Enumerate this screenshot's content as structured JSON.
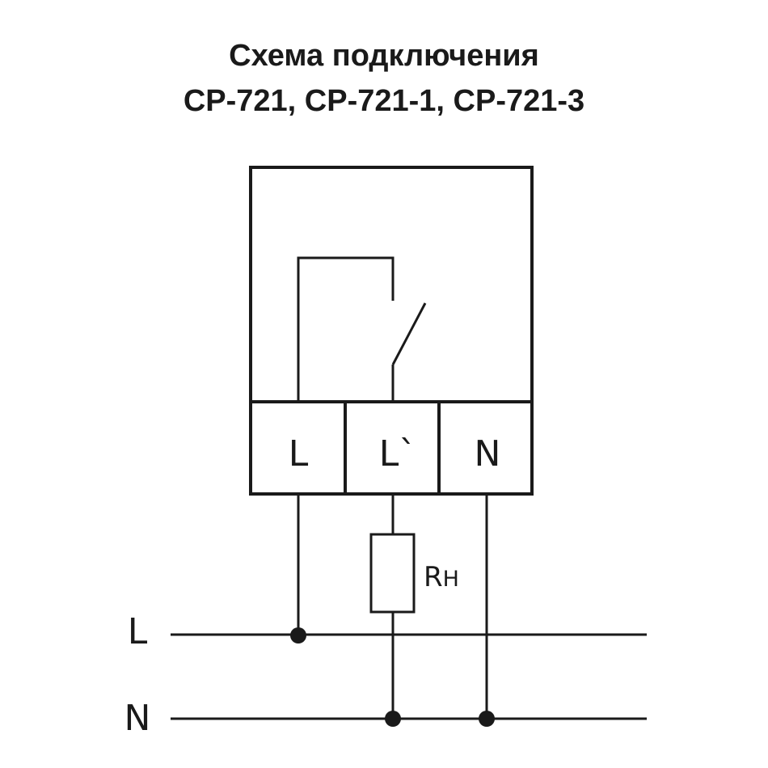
{
  "title": {
    "line1": "Схема подключения",
    "line2": "CP-721, CP-721-1, CP-721-3"
  },
  "device": {
    "terminals": [
      "L",
      "L`",
      "N"
    ]
  },
  "load": {
    "label_main": "R",
    "label_sub": "H"
  },
  "mains": {
    "line_label": "L",
    "neutral_label": "N"
  },
  "colors": {
    "line": "#1a1a1a",
    "background": "#ffffff"
  }
}
